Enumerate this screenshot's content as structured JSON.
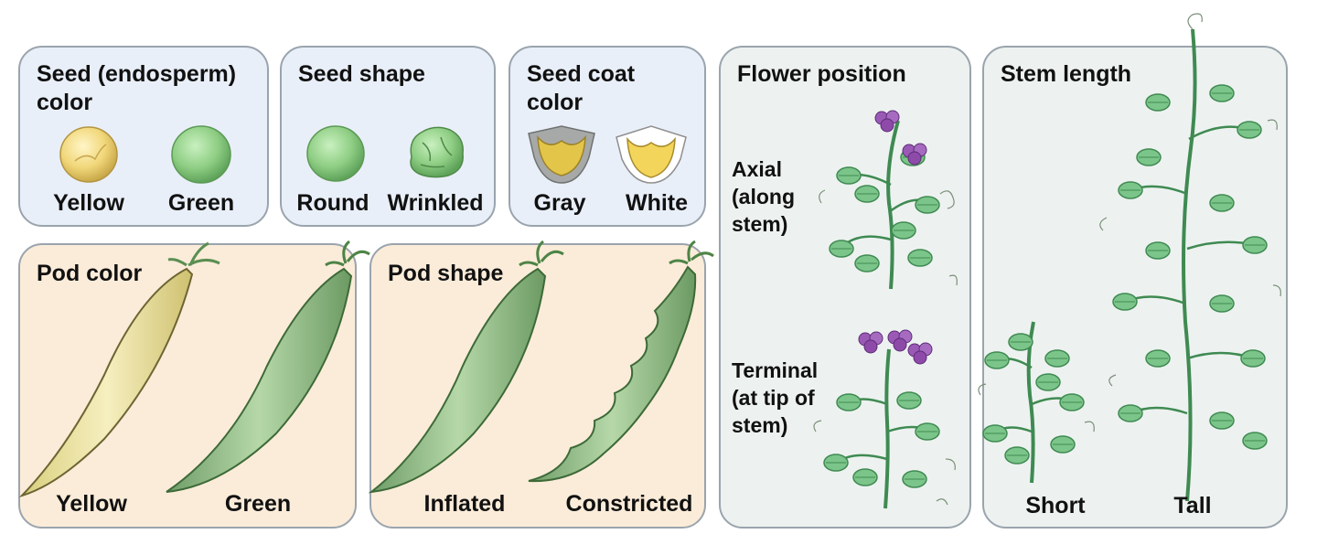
{
  "panels": {
    "seed_color": {
      "title_line1": "Seed (endosperm)",
      "title_line2": "color",
      "left": "Yellow",
      "right": "Green"
    },
    "seed_shape": {
      "title": "Seed shape",
      "left": "Round",
      "right": "Wrinkled"
    },
    "seed_coat": {
      "title_line1": "Seed coat",
      "title_line2": "color",
      "left": "Gray",
      "right": "White"
    },
    "pod_color": {
      "title": "Pod color",
      "left": "Yellow",
      "right": "Green"
    },
    "pod_shape": {
      "title": "Pod shape",
      "left": "Inflated",
      "right": "Constricted"
    },
    "flower_position": {
      "title": "Flower position",
      "axial": [
        "Axial",
        "(along",
        "stem)"
      ],
      "terminal": [
        "Terminal",
        "(at tip of",
        "stem)"
      ]
    },
    "stem_length": {
      "title": "Stem length",
      "left": "Short",
      "right": "Tall"
    }
  },
  "colors": {
    "seed_yellow": "#f1d77a",
    "seed_green": "#8fce84",
    "pod_yellow": "#efe8a8",
    "pod_green": "#9fc791",
    "leaf": "#6fbf7c",
    "flower": "#9b59b6"
  }
}
